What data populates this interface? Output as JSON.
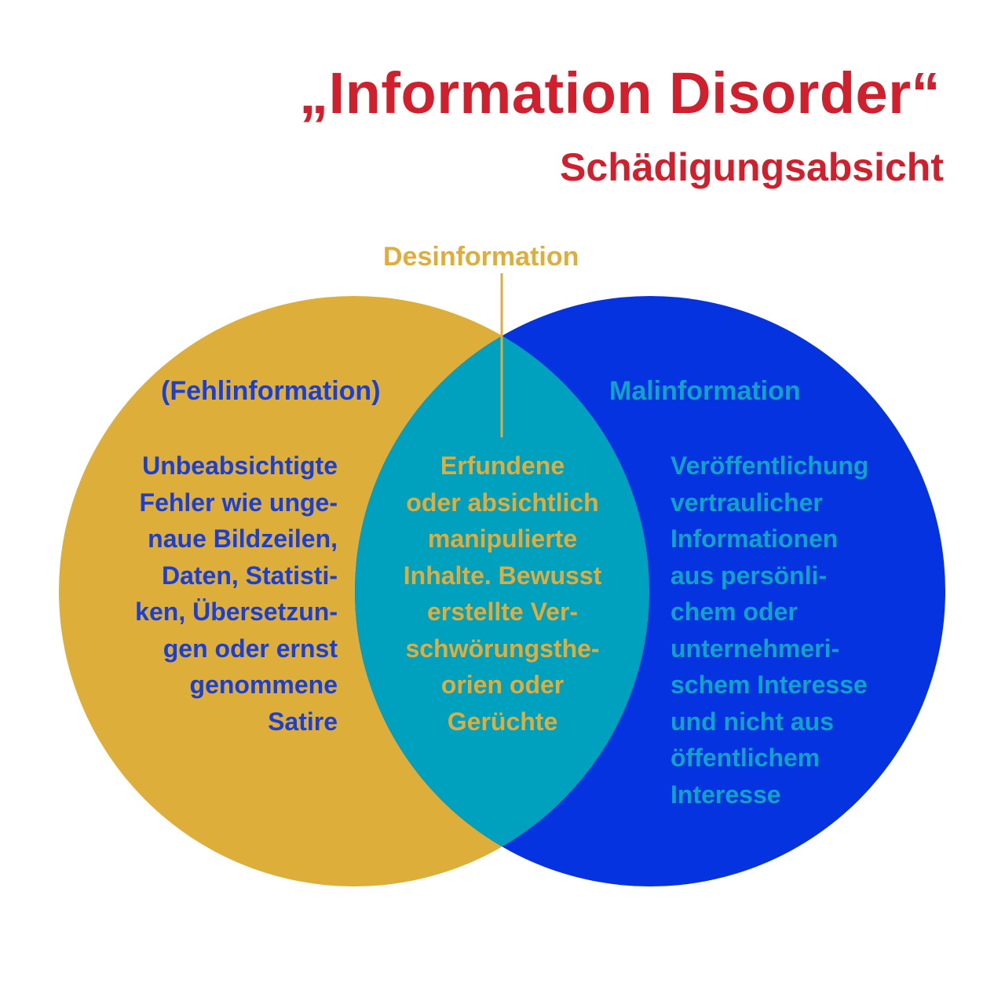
{
  "title": "„Information Disorder“",
  "subtitle": "Schädigungsabsicht",
  "callout_label": "Desinformation",
  "circles": {
    "left": {
      "label": "(Fehlinformation)",
      "fill": "#ddae3a",
      "text_color": "#1a3fd6",
      "lines": [
        "Unbeabsichtigte",
        "Fehler wie unge-",
        "naue Bildzeilen,",
        "Daten, Statisti-",
        "ken, Übersetzun-",
        "gen oder ernst",
        "genommene",
        "Satire"
      ]
    },
    "overlap": {
      "fill": "#00a0bf",
      "text_color": "#e0ad3a",
      "lines": [
        "Erfundene",
        "oder absichtlich",
        "manipulierte",
        "Inhalte. Bewusst",
        "erstellte Ver-",
        "schwörungsthe-",
        "orien oder",
        "Gerüchte"
      ]
    },
    "right": {
      "label": "Malinformation",
      "fill": "#0433df",
      "text_color": "#0fa3c6",
      "lines": [
        "Veröffentlichung",
        "vertraulicher",
        "Informationen",
        "aus persönli-",
        "chem oder",
        "unternehmeri-",
        "schem Interesse",
        "und nicht aus",
        "öffentlichem",
        "Interesse"
      ]
    }
  },
  "colors": {
    "title": "#d0202e",
    "callout": "#e0ad3a"
  }
}
